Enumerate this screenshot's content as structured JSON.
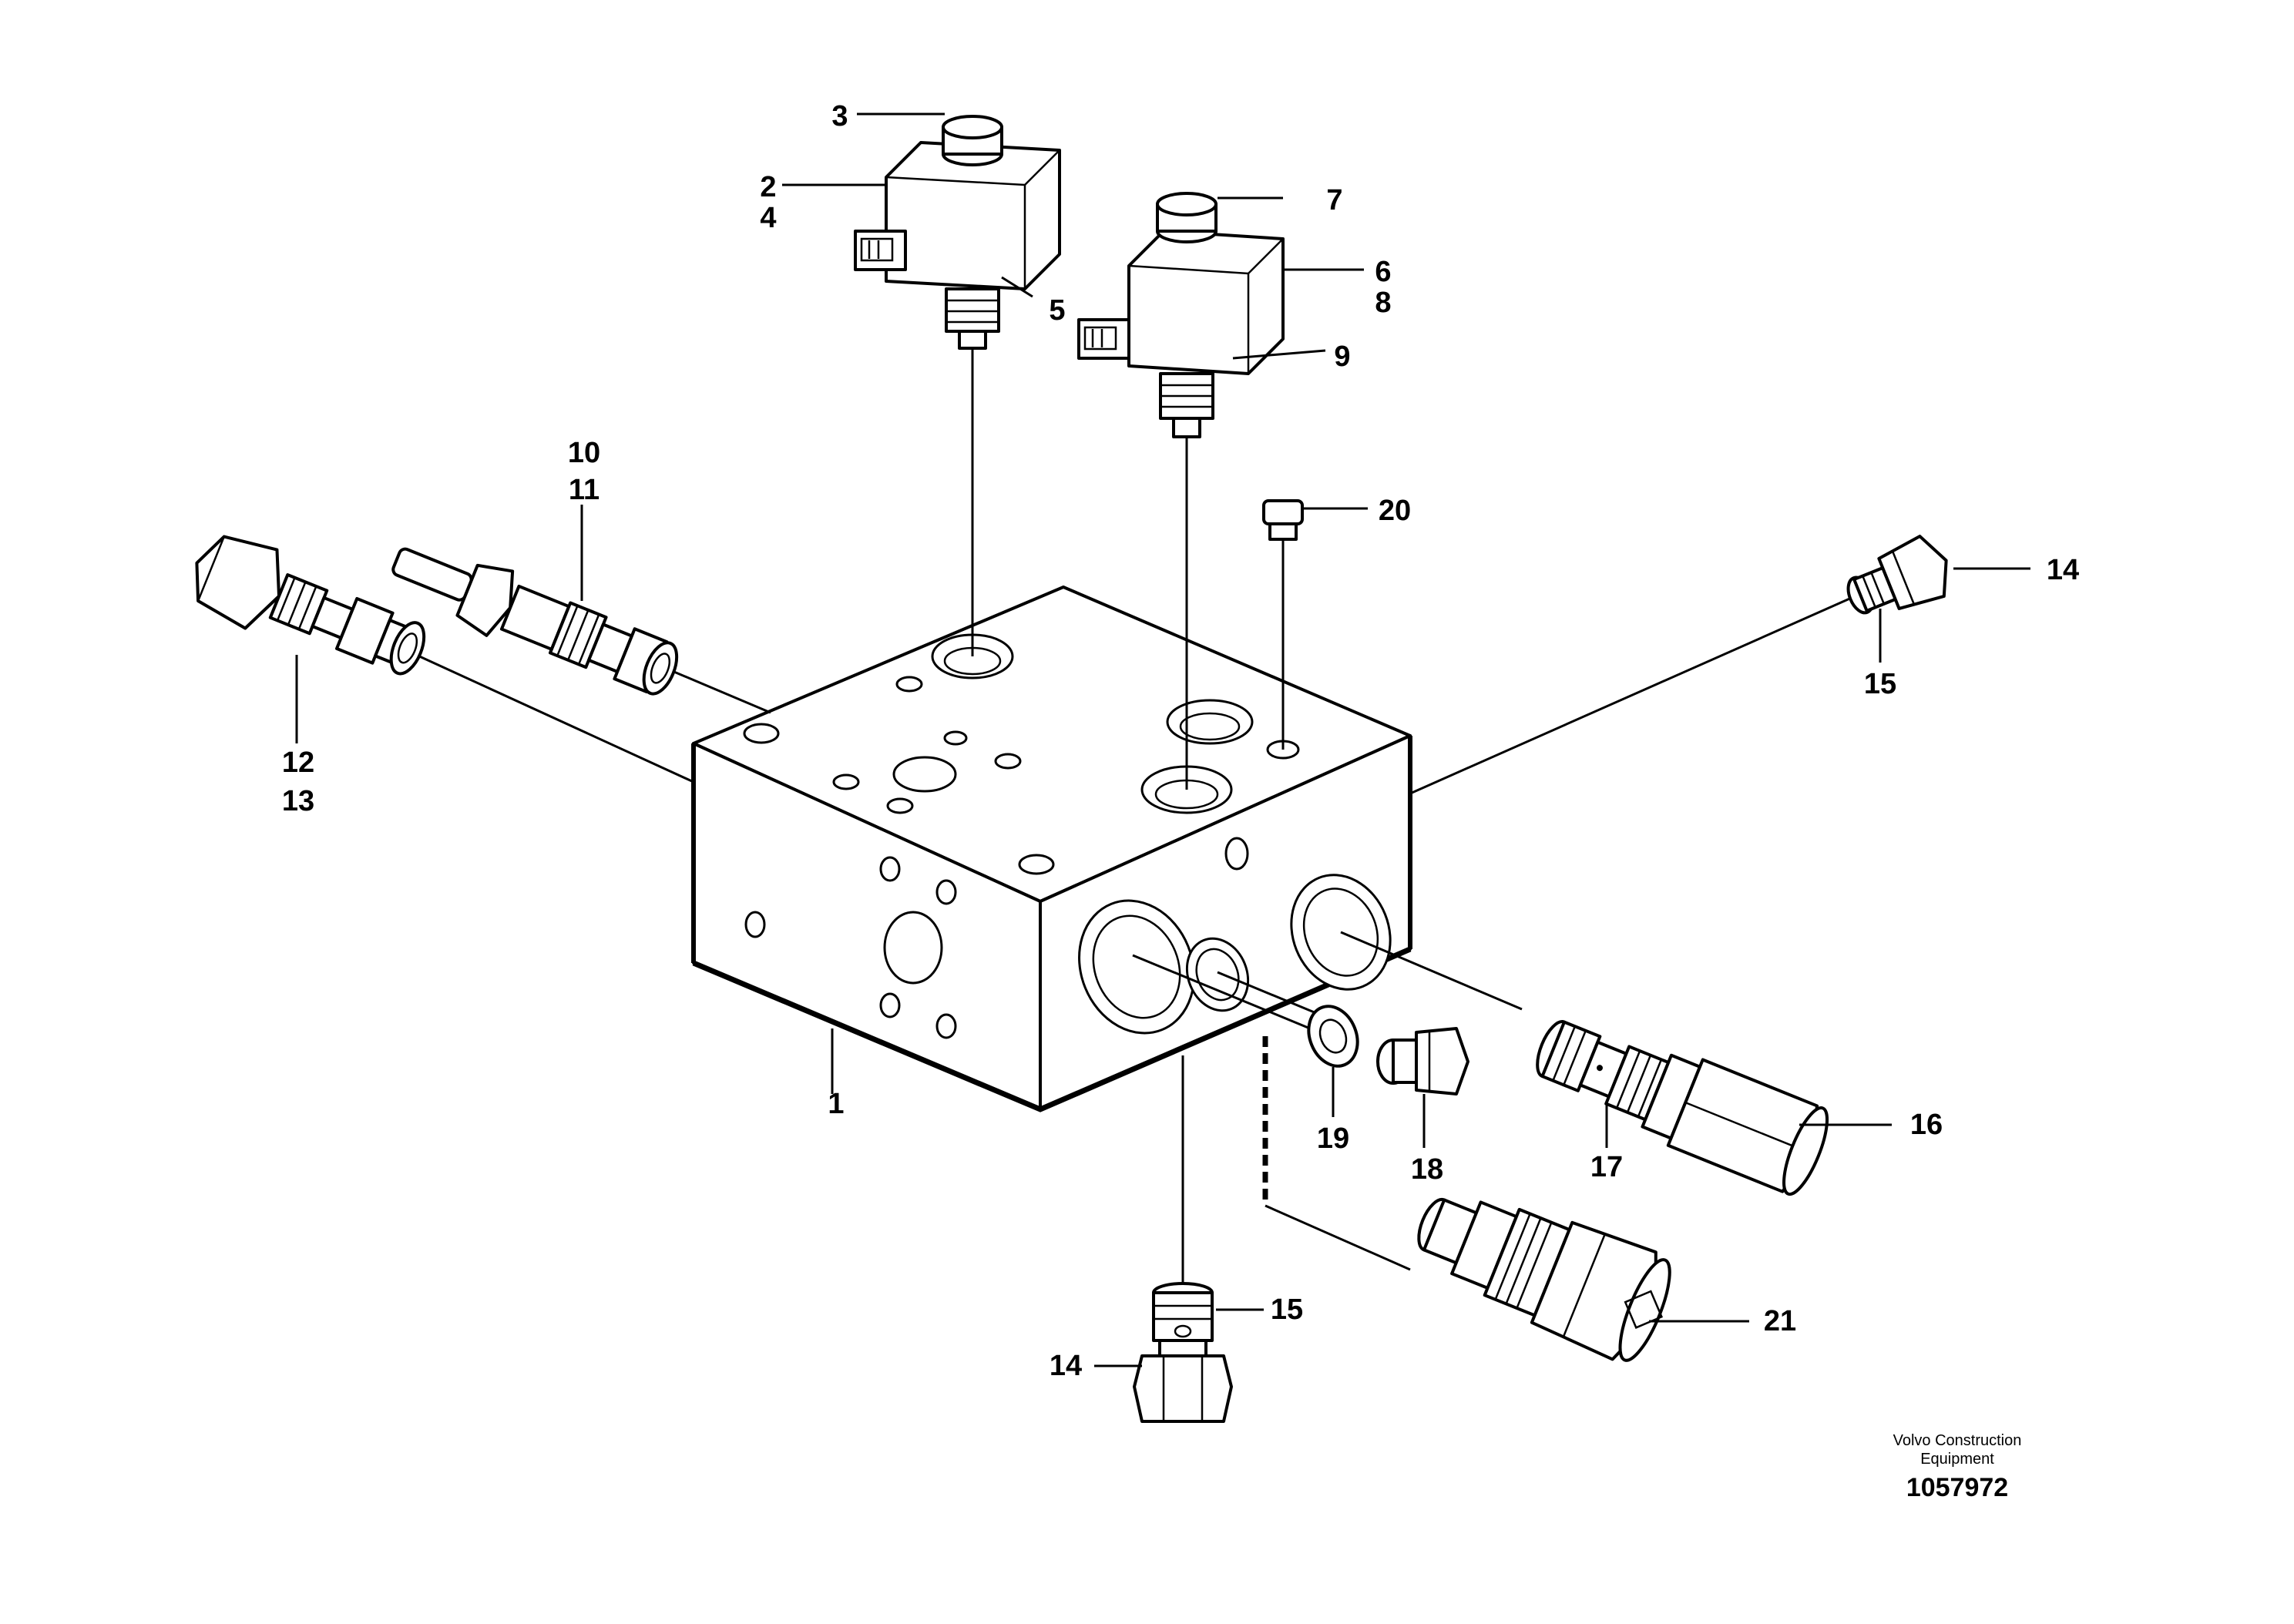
{
  "callouts": {
    "c1": "1",
    "c2": "2",
    "c3": "3",
    "c4": "4",
    "c5": "5",
    "c6": "6",
    "c7": "7",
    "c8": "8",
    "c9": "9",
    "c10": "10",
    "c11": "11",
    "c12": "12",
    "c13": "13",
    "c14a": "14",
    "c14b": "14",
    "c15a": "15",
    "c15b": "15",
    "c16": "16",
    "c17": "17",
    "c18": "18",
    "c19": "19",
    "c20": "20",
    "c21": "21"
  },
  "footer": {
    "brand_line1": "Volvo Construction",
    "brand_line2": "Equipment",
    "document_number": "1057972"
  }
}
